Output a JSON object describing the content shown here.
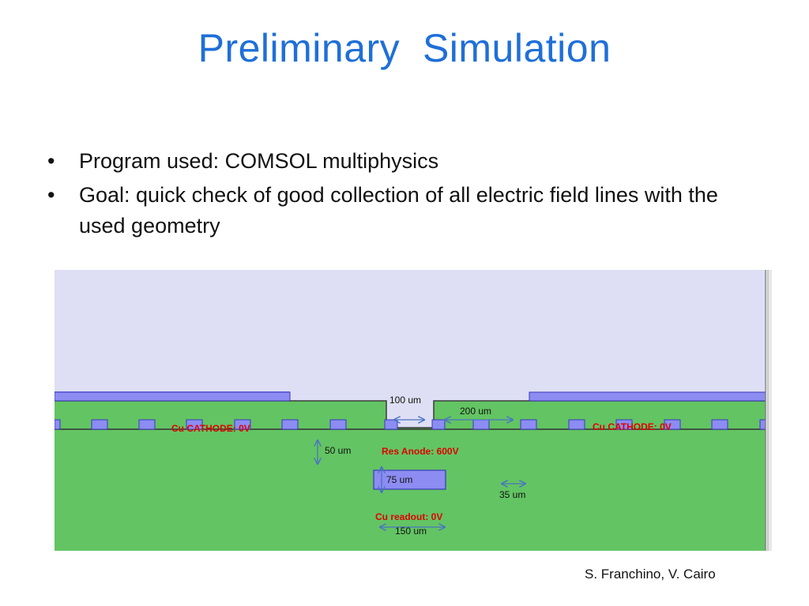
{
  "slide": {
    "title": "Preliminary  Simulation",
    "bullets": [
      "Program used: COMSOL multiphysics",
      "Goal: quick check of good collection of all electric field lines with the used geometry"
    ],
    "bullet_glyph": "•",
    "credit": "S. Franchino, V. Cairo"
  },
  "diagram": {
    "labels": {
      "cathode_left": "Cu CATHODE: 0V",
      "cathode_right": "Cu CATHODE: 0V",
      "res_anode": "Res Anode: 600V",
      "readout": "Cu readout: 0V",
      "dim_100": "100 um",
      "dim_200": "200 um",
      "dim_50": "50 um",
      "dim_75": "75 um",
      "dim_35": "35 um",
      "dim_150": "150 um"
    },
    "colors": {
      "gas": "#dedff4",
      "dielectric": "#63c463",
      "electrode": "#8c8cf2",
      "electrode_edge": "#3a3ab8",
      "label_red": "#e00000",
      "arrow": "#4a74c2"
    }
  }
}
